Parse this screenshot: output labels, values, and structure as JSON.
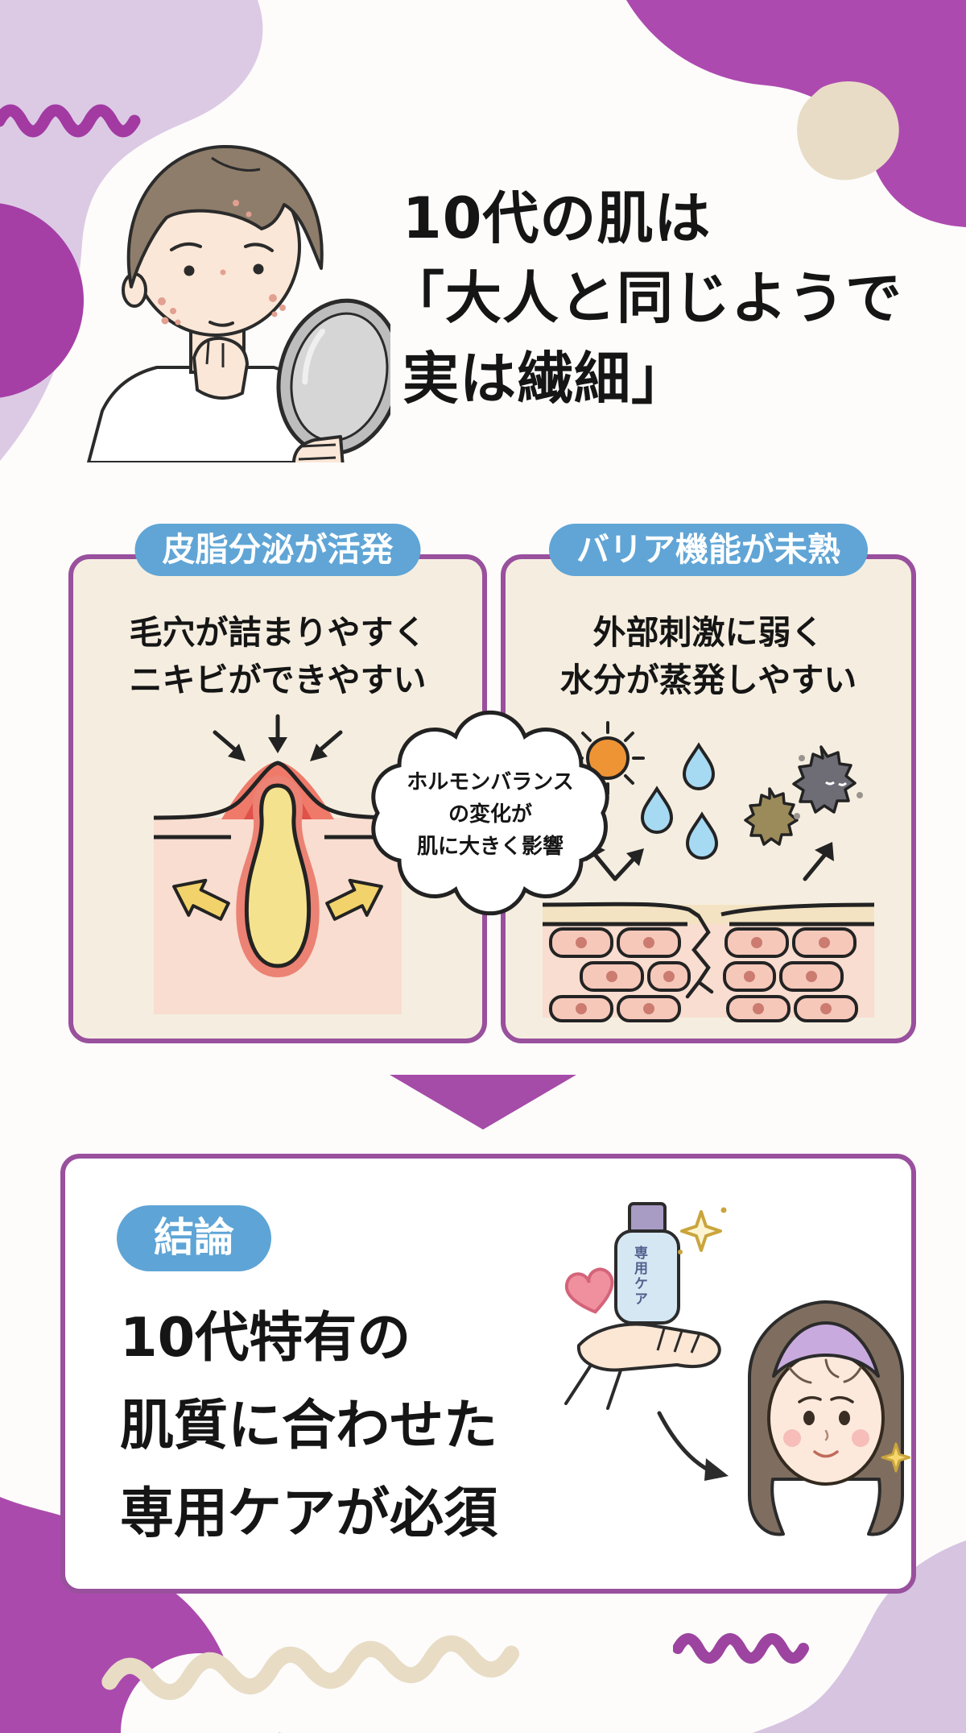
{
  "header": {
    "title_lines": [
      "10代の肌は",
      "「大人と同じようで",
      "実は繊細」"
    ]
  },
  "cards": {
    "left": {
      "badge": "皮脂分泌が活発",
      "lines": [
        "毛穴が詰まりやすく",
        "ニキビができやすい"
      ]
    },
    "right": {
      "badge": "バリア機能が未熟",
      "lines": [
        "外部刺激に弱く",
        "水分が蒸発しやすい"
      ]
    }
  },
  "bubble": {
    "lines": [
      "ホルモンバランス",
      "の変化が",
      "肌に大きく影響"
    ]
  },
  "conclusion": {
    "badge": "結論",
    "lines": [
      "10代特有の",
      "肌質に合わせた",
      "専用ケアが必須"
    ],
    "bottle_label": "専用ケア"
  },
  "colors": {
    "accent_magenta": "#a94aad",
    "accent_lavender": "#dccae4",
    "accent_cream": "#e9dcc6",
    "badge_blue": "#60a5d6",
    "card_border_purple": "#99509d",
    "card_bg_cream": "#f5eee0",
    "text_black": "#151515"
  },
  "icons": {
    "sun": "sun-icon",
    "drops": "water-drop-icon",
    "germ": "germ-icon",
    "heart": "heart-icon",
    "sparkle": "sparkle-icon"
  }
}
